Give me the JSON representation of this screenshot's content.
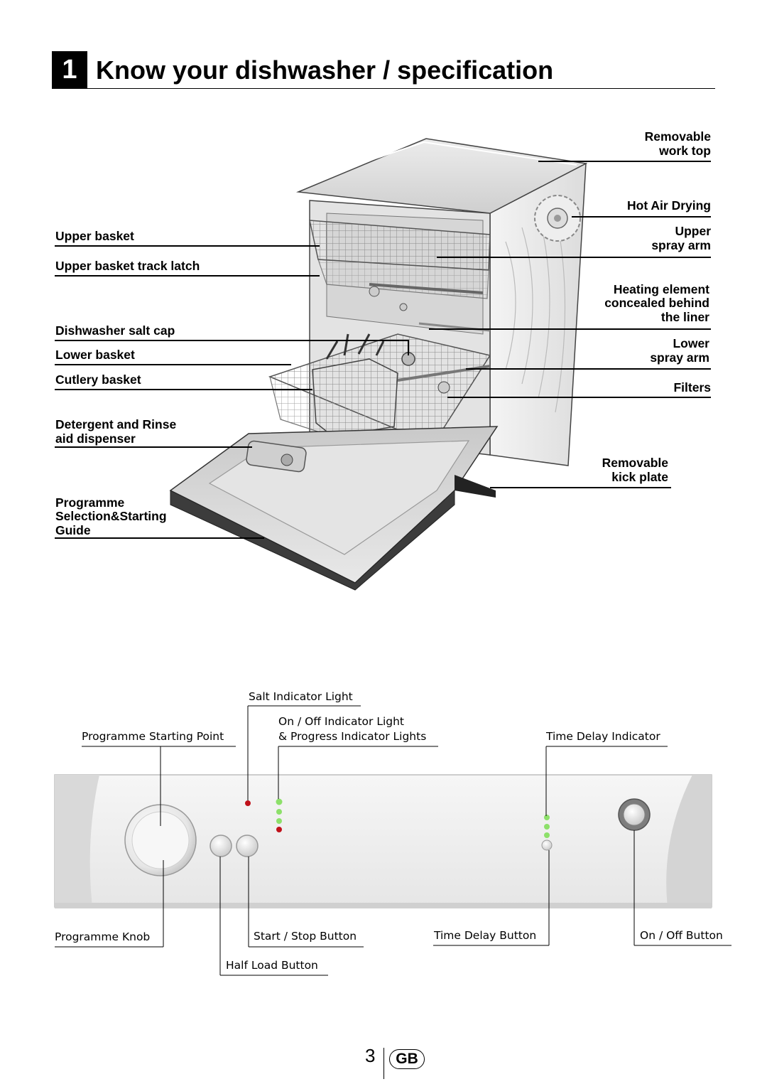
{
  "heading": {
    "number": "1",
    "title": "Know your dishwasher / specification"
  },
  "left_labels": {
    "upper_basket": "Upper basket",
    "track_latch": "Upper basket track latch",
    "salt_cap": "Dishwasher salt cap",
    "lower_basket": "Lower basket",
    "cutlery_basket": "Cutlery basket",
    "detergent_l1": "Detergent and Rinse",
    "detergent_l2": "aid dispenser",
    "programme_l1": "Programme",
    "programme_l2": "Selection&Starting",
    "programme_l3": "Guide"
  },
  "right_labels": {
    "work_top_l1": "Removable",
    "work_top_l2": "work top",
    "hot_air": "Hot Air Drying",
    "upper_arm_l1": "Upper",
    "upper_arm_l2": "spray arm",
    "heating_l1": "Heating element",
    "heating_l2": "concealed behind",
    "heating_l3": "the liner",
    "lower_arm_l1": "Lower",
    "lower_arm_l2": "spray arm",
    "filters": "Filters",
    "kick_l1": "Removable",
    "kick_l2": "kick plate"
  },
  "panel_labels": {
    "salt_light": "Salt Indicator Light",
    "on_off_light_l1": "On / Off Indicator Light",
    "on_off_light_l2": "& Progress Indicator Lights",
    "starting_point": "Programme Starting Point",
    "time_delay_indicator": "Time Delay Indicator",
    "programme_knob": "Programme Knob",
    "start_stop": "Start / Stop Button",
    "time_delay_button": "Time Delay Button",
    "on_off_button": "On / Off Button",
    "half_load": "Half Load Button"
  },
  "colors": {
    "indicator_red": "#c0111a",
    "indicator_green": "#8de06a"
  },
  "footer": {
    "page_number": "3",
    "region": "GB"
  }
}
